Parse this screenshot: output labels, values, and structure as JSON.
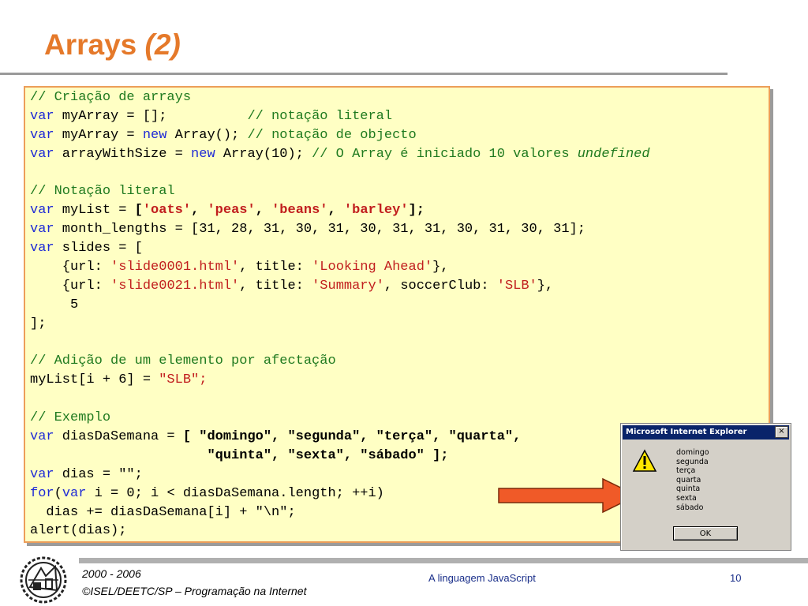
{
  "slide": {
    "title": "Arrays",
    "title_suffix": "(2)"
  },
  "code": {
    "l1": "// Criação de arrays",
    "l2_kw": "var",
    "l2_a": " myArray = [];          ",
    "l2_cm": "// notação literal",
    "l3_kw": "var",
    "l3_a": " myArray = ",
    "l3_kw2": "new",
    "l3_b": " Array(); ",
    "l3_cm": "// notação de objecto",
    "l4_kw": "var",
    "l4_a": " arrayWithSize = ",
    "l4_kw2": "new",
    "l4_b": " Array(10); ",
    "l4_cm": "// O Array é iniciado 10 valores ",
    "l4_em": "undefined",
    "l6": "// Notação literal",
    "l7_kw": "var",
    "l7_a": " myList = ",
    "l7_b1": "[",
    "l7_s1": "'oats'",
    "l7_c1": ", ",
    "l7_s2": "'peas'",
    "l7_c2": ", ",
    "l7_s3": "'beans'",
    "l7_c3": ", ",
    "l7_s4": "'barley'",
    "l7_b2": "];",
    "l8_kw": "var",
    "l8_a": " month_lengths = [31, 28, 31, 30, 31, 30, 31, 31, 30, 31, 30, 31];",
    "l9_kw": "var",
    "l9_a": " slides = [",
    "l10_a": "    {url: ",
    "l10_s1": "'slide0001.html'",
    "l10_b": ", title: ",
    "l10_s2": "'Looking Ahead'",
    "l10_c": "},",
    "l11_a": "    {url: ",
    "l11_s1": "'slide0021.html'",
    "l11_b": ", title: ",
    "l11_s2": "'Summary'",
    "l11_c": ", soccerClub: ",
    "l11_s3": "'SLB'",
    "l11_d": "},",
    "l12": "     5",
    "l13": "];",
    "l15": "// Adição de um elemento por afectação",
    "l16_a": "myList[i + 6] = ",
    "l16_s": "\"SLB\";",
    "l18": "// Exemplo",
    "l19_kw": "var",
    "l19_a": " diasDaSemana = ",
    "l19_b": "[ \"domingo\", \"segunda\", \"terça\", \"quarta\",",
    "l20_a": "                      ",
    "l20_b": "\"quinta\", \"sexta\", \"sábado\" ];",
    "l21_kw": "var",
    "l21_a": " dias = \"\";",
    "l22_kw": "for",
    "l22_a": "(",
    "l22_kw2": "var",
    "l22_b": " i = 0; i < diasDaSemana.length; ++i)",
    "l23": "  dias += diasDaSemana[i] + \"\\n\";",
    "l24": "alert(dias);"
  },
  "dialog": {
    "title": "Microsoft Internet Explorer",
    "close": "×",
    "messages": [
      "domingo",
      "segunda",
      "terça",
      "quarta",
      "quinta",
      "sexta",
      "sábado"
    ],
    "ok_label": "OK",
    "icon": "warning-icon"
  },
  "footer": {
    "years": "2000 - 2006",
    "copyright": "©ISEL/DEETC/SP – Programação na Internet",
    "center": "A linguagem JavaScript",
    "page": "10"
  },
  "colors": {
    "title": "#e5792a",
    "code_bg": "#ffffc4",
    "comment": "#1f7a1f",
    "keyword": "#1f2bd6",
    "string": "#c11e1e",
    "arrow": "#f05a28"
  }
}
